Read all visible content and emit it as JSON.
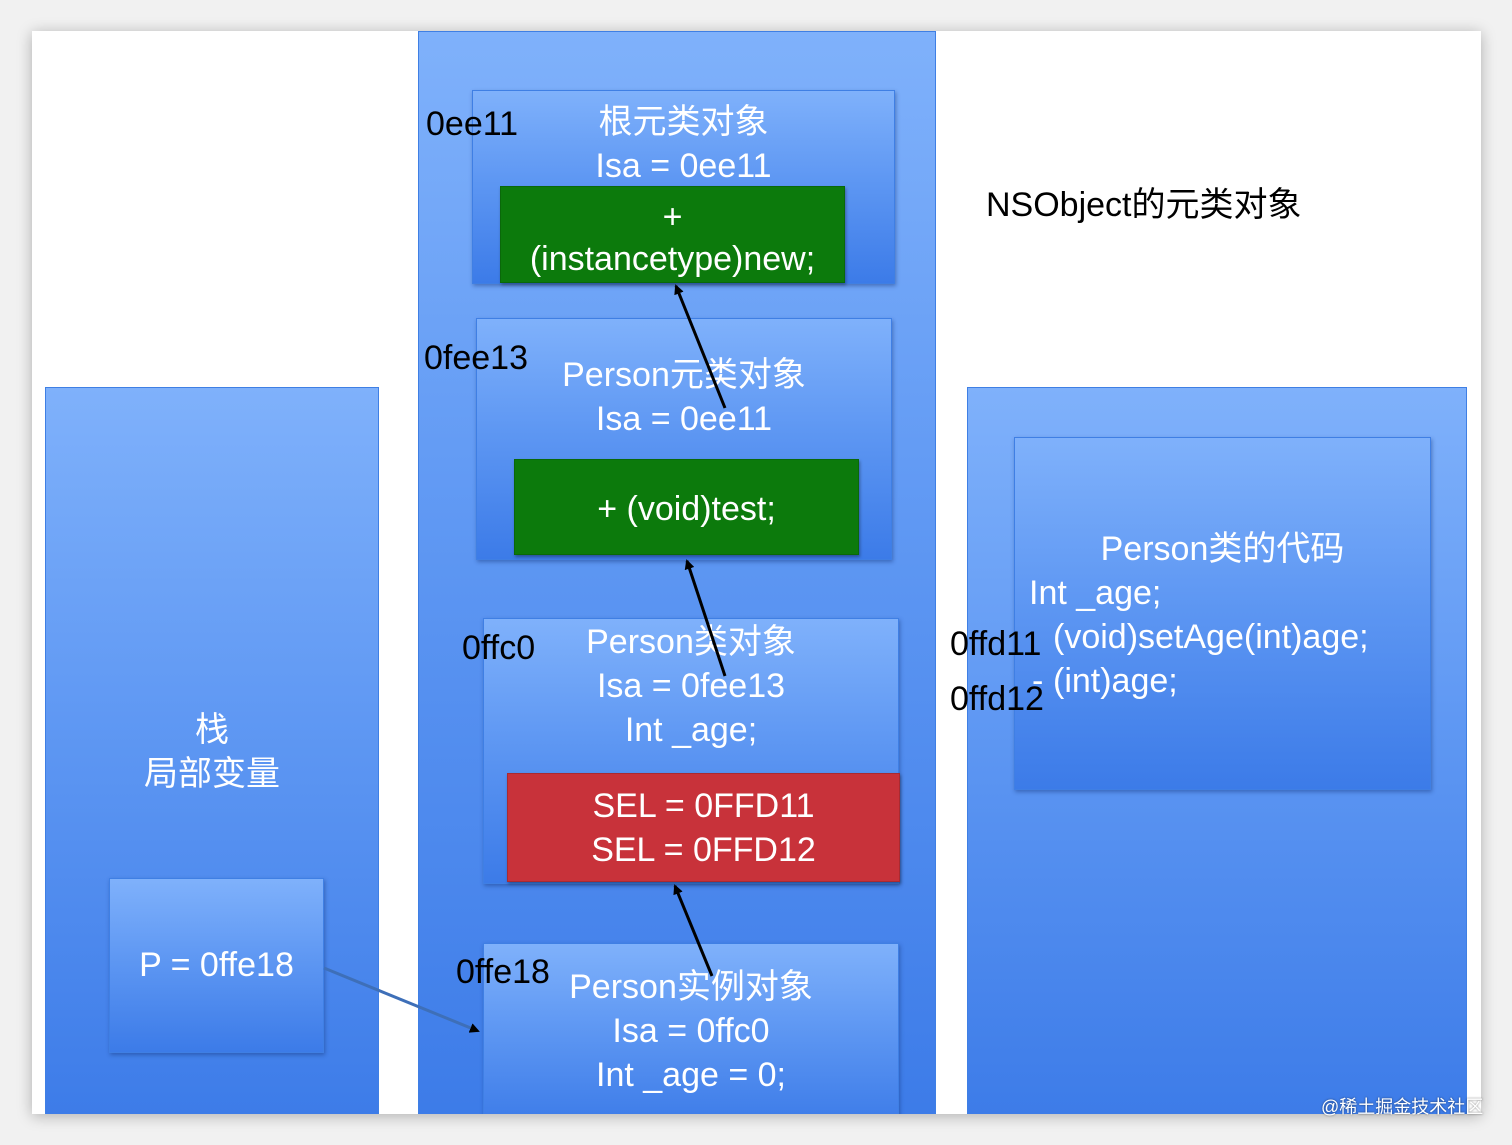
{
  "title": "NSObject的元类对象",
  "stack": {
    "title_line1": "栈",
    "title_line2": "局部变量",
    "var": "P = 0ffe18"
  },
  "heap": {
    "root_meta": {
      "addr": "0ee11",
      "title": "根元类对象",
      "isa": "Isa = 0ee11",
      "method_line1": "+",
      "method_line2": "(instancetype)new;"
    },
    "person_meta": {
      "addr": "0fee13",
      "title": "Person元类对象",
      "isa": "Isa = 0ee11",
      "method": "+ (void)test;"
    },
    "person_class": {
      "addr": "0ffc0",
      "title": "Person类对象",
      "isa": "Isa = 0fee13",
      "ivar": "Int _age;",
      "sel1": "SEL = 0FFD11",
      "sel2": "SEL = 0FFD12"
    },
    "person_instance": {
      "addr": "0ffe18",
      "title": "Person实例对象",
      "isa": "Isa =  0ffc0",
      "ivar": "Int _age = 0;"
    }
  },
  "code": {
    "title": "Person类的代码",
    "ivar": "Int _age;",
    "method1": "(void)setAge(int)age;",
    "method2": "(int)age;",
    "addr1": "0ffd11",
    "addr2": "0ffd12",
    "dash2": "-"
  },
  "watermark": "@稀土掘金技术社区",
  "colors": {
    "block_blue": "#5f98f3",
    "method_green": "#0c7a0c",
    "selector_red": "#c8323a"
  }
}
